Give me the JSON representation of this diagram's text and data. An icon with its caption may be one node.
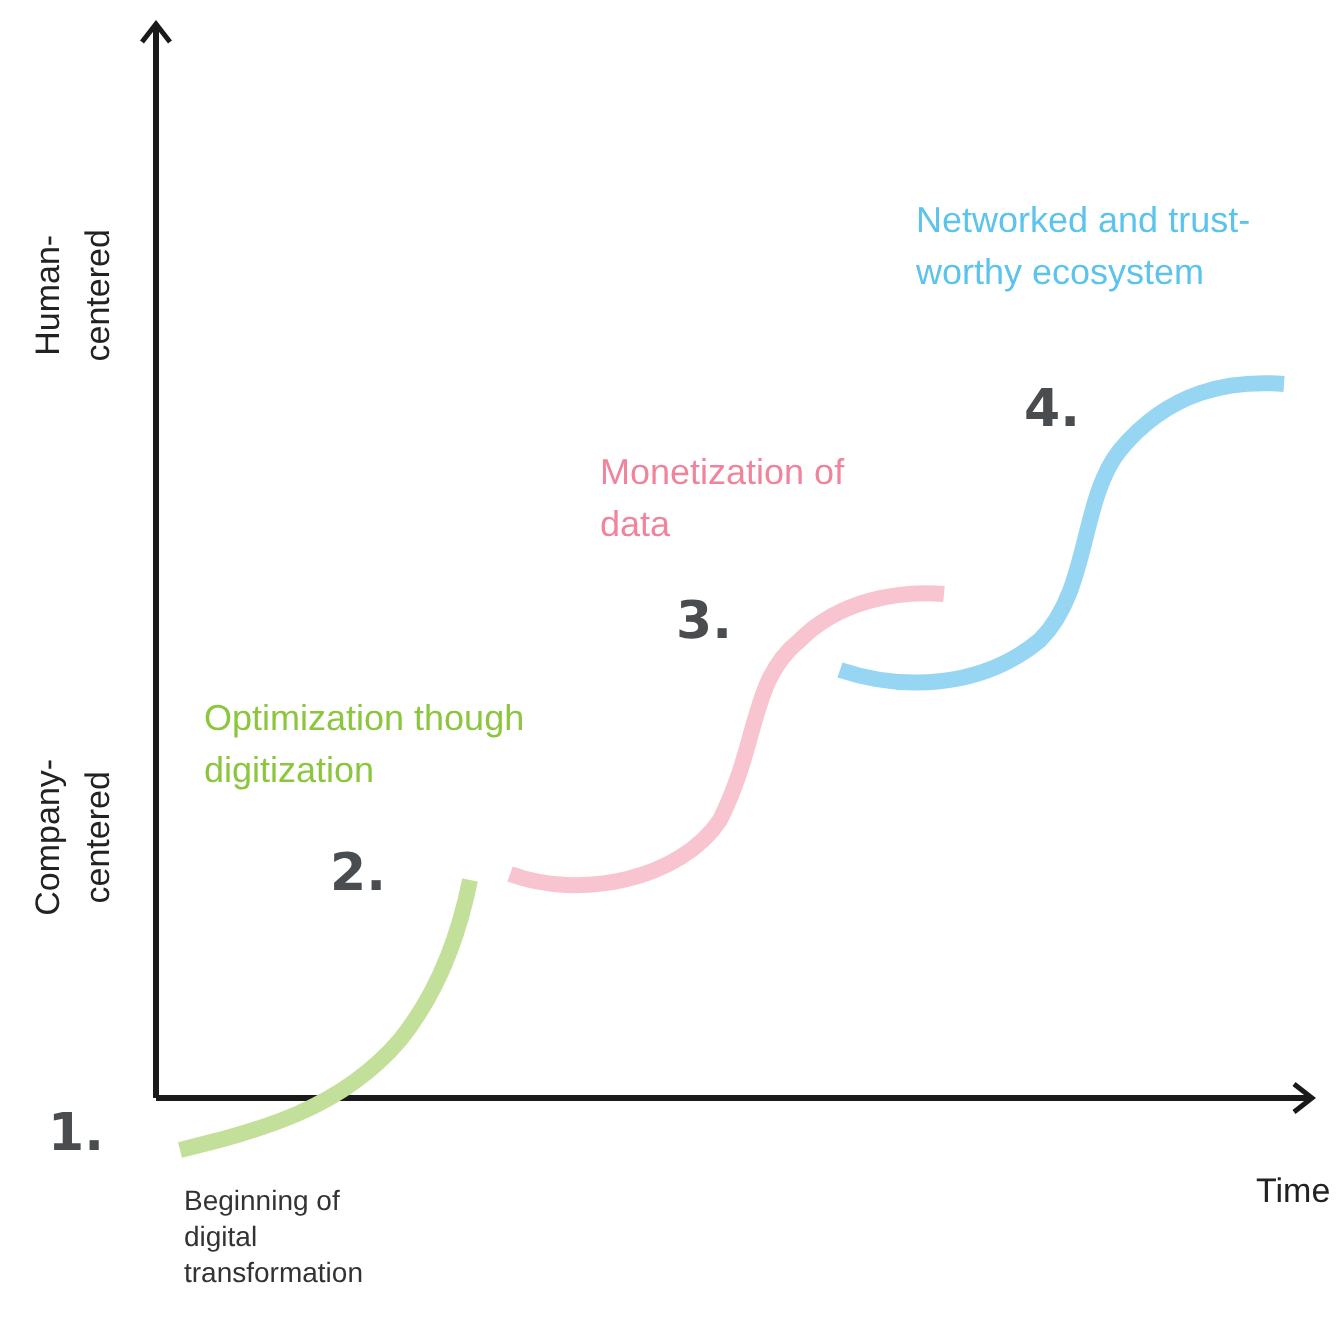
{
  "diagram": {
    "labels": [
      "Human- centered",
      "Networked and trust- worthy ecosystem",
      "4.",
      "Monetization of data",
      "3.",
      "Company- centered",
      "Optimization though digitization",
      "2.",
      "1.",
      "Beginning of digital transformation",
      "Time"
    ]
  }
}
